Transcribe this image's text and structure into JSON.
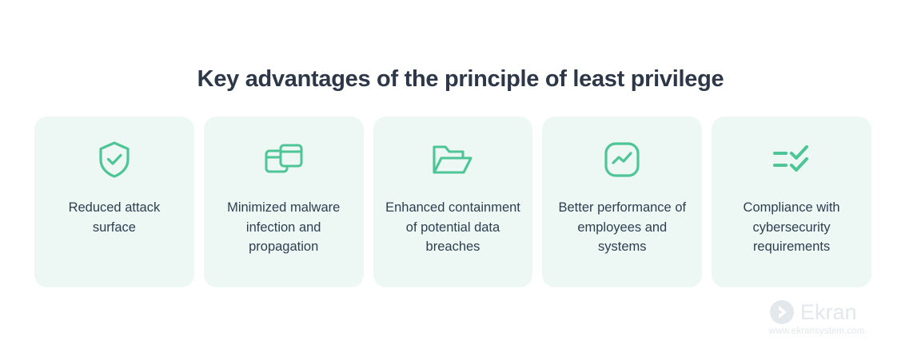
{
  "page": {
    "background_color": "#ffffff",
    "title": "Key advantages of the principle of least privilege",
    "title_color": "#2d3748"
  },
  "theme": {
    "card_background": "#edf8f4",
    "icon_color": "#4ec596",
    "card_text_color": "#2d3e50",
    "watermark_color": "#e2e8ec"
  },
  "cards": [
    {
      "icon": "shield-check-icon",
      "label": "Reduced attack surface"
    },
    {
      "icon": "overlapping-windows-icon",
      "label": "Minimized malware infection and propagation"
    },
    {
      "icon": "open-folder-icon",
      "label": "Enhanced containment of potential data breaches"
    },
    {
      "icon": "performance-chart-icon",
      "label": "Better performance of employees and systems"
    },
    {
      "icon": "checklist-icon",
      "label": "Compliance with cybersecurity requirements"
    }
  ],
  "watermark": {
    "logo_icon": "ekran-chevron-logo",
    "brand": "Ekran",
    "url": "www.ekransystem.com"
  }
}
